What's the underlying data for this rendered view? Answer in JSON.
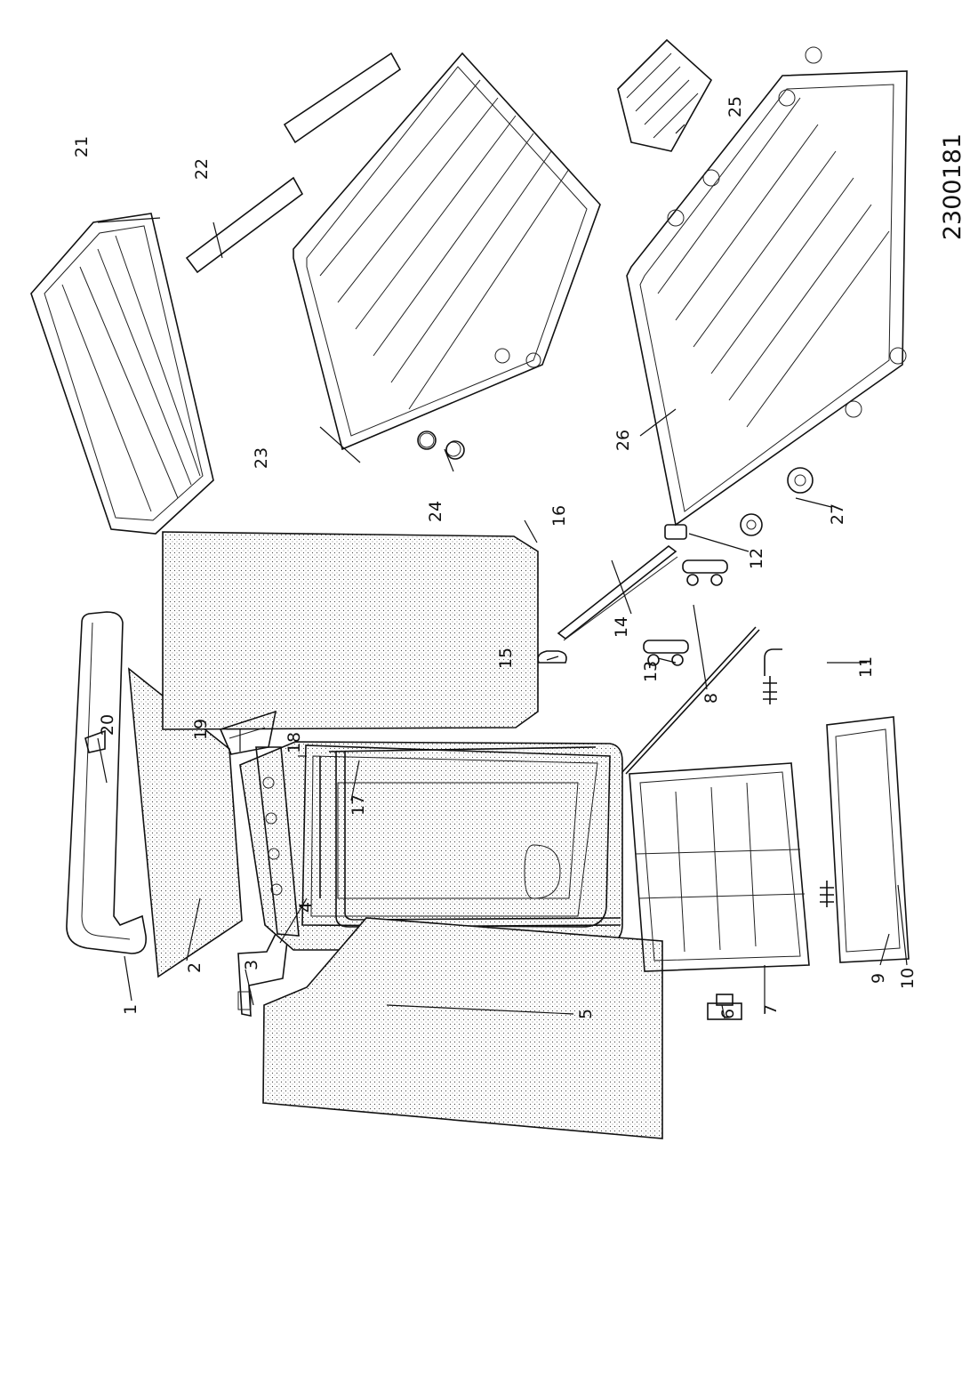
{
  "drawing_code": "2300181",
  "parts": [
    {
      "id": "part-1",
      "label": "1"
    },
    {
      "id": "part-2",
      "label": "2"
    },
    {
      "id": "part-3",
      "label": "3"
    },
    {
      "id": "part-4",
      "label": "4"
    },
    {
      "id": "part-5",
      "label": "5"
    },
    {
      "id": "part-6",
      "label": "6"
    },
    {
      "id": "part-7",
      "label": "7"
    },
    {
      "id": "part-8",
      "label": "8"
    },
    {
      "id": "part-9",
      "label": "9"
    },
    {
      "id": "part-10",
      "label": "10"
    },
    {
      "id": "part-11",
      "label": "11"
    },
    {
      "id": "part-12",
      "label": "12"
    },
    {
      "id": "part-13",
      "label": "13"
    },
    {
      "id": "part-14",
      "label": "14"
    },
    {
      "id": "part-15",
      "label": "15"
    },
    {
      "id": "part-16",
      "label": "16"
    },
    {
      "id": "part-17",
      "label": "17"
    },
    {
      "id": "part-18",
      "label": "18"
    },
    {
      "id": "part-19",
      "label": "19"
    },
    {
      "id": "part-20",
      "label": "20"
    },
    {
      "id": "part-21",
      "label": "21"
    },
    {
      "id": "part-22",
      "label": "22"
    },
    {
      "id": "part-23",
      "label": "23"
    },
    {
      "id": "part-24",
      "label": "24"
    },
    {
      "id": "part-25",
      "label": "25"
    },
    {
      "id": "part-26",
      "label": "26"
    },
    {
      "id": "part-27",
      "label": "27"
    }
  ]
}
